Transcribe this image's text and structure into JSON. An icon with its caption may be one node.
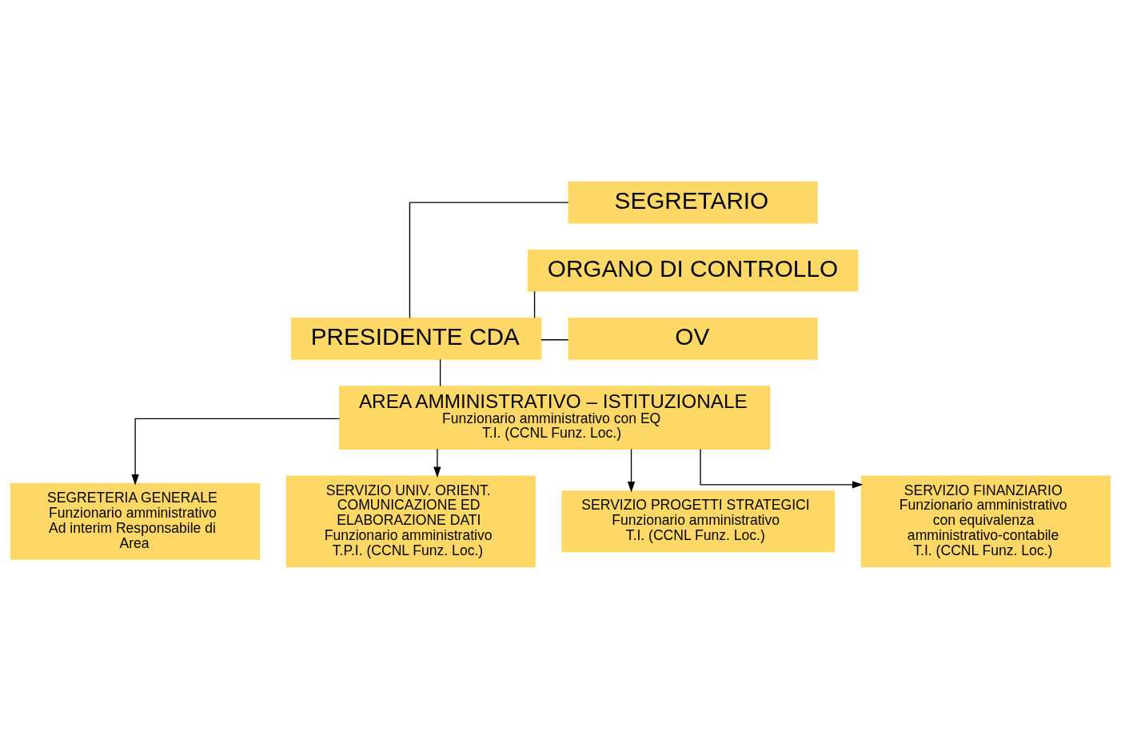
{
  "diagram": {
    "nodes": [
      {
        "text": [
          "PRESIDENTE CDA"
        ]
      },
      {
        "text": [
          "SEGRETARIO"
        ]
      },
      {
        "text": [
          "ORGANO DI CONTROLLO"
        ]
      },
      {
        "text": [
          "OV"
        ]
      },
      {
        "text": [
          "AREA AMMINISTRATIVO – ISTITUZIONALE",
          "Funzionario amministrativo con EQ T.I. (CCNL Funz. Loc.)"
        ]
      },
      {
        "text": [
          "SEGRETERIA GENERALE",
          "Funzionario amministrativo",
          "Ad interim Responsabile di Area"
        ]
      },
      {
        "text": [
          "SERVIZIO UNIV. ORIENT. COMUNICAZIONE ED ELABORAZIONE DATI",
          "Funzionario amministrativo T.P.I. (CCNL Funz. Loc.)"
        ]
      },
      {
        "text": [
          "SERVIZIO PROGETTI STRATEGICI",
          "Funzionario amministrativo T.I. (CCNL Funz. Loc.)"
        ]
      },
      {
        "text": [
          "SERVIZIO FINANZIARIO",
          "Funzionario amministrativo con equivalenza amministrativo-contabile T.I. (CCNL Funz. Loc.)"
        ]
      }
    ],
    "edges": [
      {
        "from": 0,
        "to": 1,
        "arrow": "none"
      },
      {
        "from": 0,
        "to": 2,
        "arrow": "none"
      },
      {
        "from": 0,
        "to": 3,
        "arrow": "none"
      },
      {
        "from": 0,
        "to": 4,
        "arrow": "none"
      },
      {
        "from": 4,
        "to": 5,
        "arrow": "to"
      },
      {
        "from": 4,
        "to": 6,
        "arrow": "to"
      },
      {
        "from": 4,
        "to": 7,
        "arrow": "to"
      },
      {
        "from": 4,
        "to": 8,
        "arrow": "to"
      }
    ]
  }
}
